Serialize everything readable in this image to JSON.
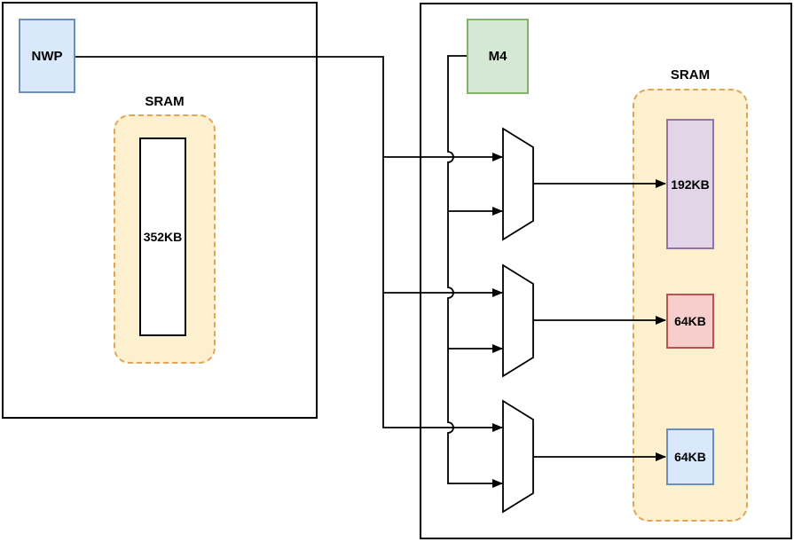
{
  "left_block": {
    "processor": {
      "label": "NWP",
      "fill": "#DAE8FC",
      "stroke": "#6C8EBF"
    },
    "sram": {
      "title": "SRAM",
      "region_fill": "#FCF0CF",
      "region_stroke": "#DFA558",
      "banks": [
        {
          "label": "352KB",
          "fill": "#FFFFFF",
          "stroke": "#000000"
        }
      ]
    }
  },
  "right_block": {
    "processor": {
      "label": "M4",
      "fill": "#D5E8D4",
      "stroke": "#82B366"
    },
    "sram": {
      "title": "SRAM",
      "region_fill": "#FCF0CF",
      "region_stroke": "#DFA558",
      "banks": [
        {
          "label": "192KB",
          "fill": "#E1D5E7",
          "stroke": "#9673A6"
        },
        {
          "label": "64KB",
          "fill": "#F8CECC",
          "stroke": "#B85450"
        },
        {
          "label": "64KB",
          "fill": "#DAE8FC",
          "stroke": "#6C8EBF"
        }
      ]
    }
  },
  "wire_color": "#000000"
}
